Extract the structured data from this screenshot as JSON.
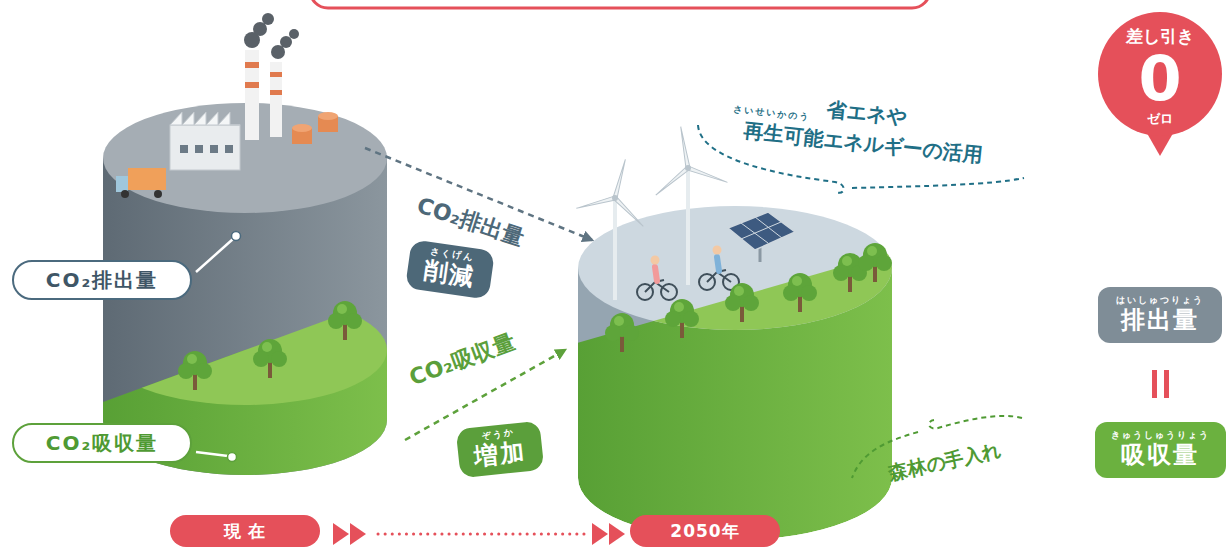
{
  "diagram": {
    "nodes": [
      {
        "text": [
          "CO₂排出量"
        ]
      },
      {
        "text": [
          "CO₂吸収量"
        ]
      },
      {
        "text": [
          "さくげん",
          "削減"
        ]
      },
      {
        "text": [
          "ぞうか",
          "増加"
        ]
      },
      {
        "text": [
          "差し引き",
          "0",
          "ゼロ"
        ]
      },
      {
        "text": [
          "はいしゅつりょう",
          "排出量"
        ]
      },
      {
        "text": [
          "きゅうしゅうりょう",
          "吸収量"
        ]
      },
      {
        "text": [
          "現 在"
        ]
      },
      {
        "text": [
          "2050年"
        ]
      }
    ],
    "labels": [
      "CO₂排出量",
      "CO₂吸収量",
      "省エネや 再生可能エネルギーの活用",
      "さいせいかのう",
      "森林の手入れ"
    ]
  }
}
